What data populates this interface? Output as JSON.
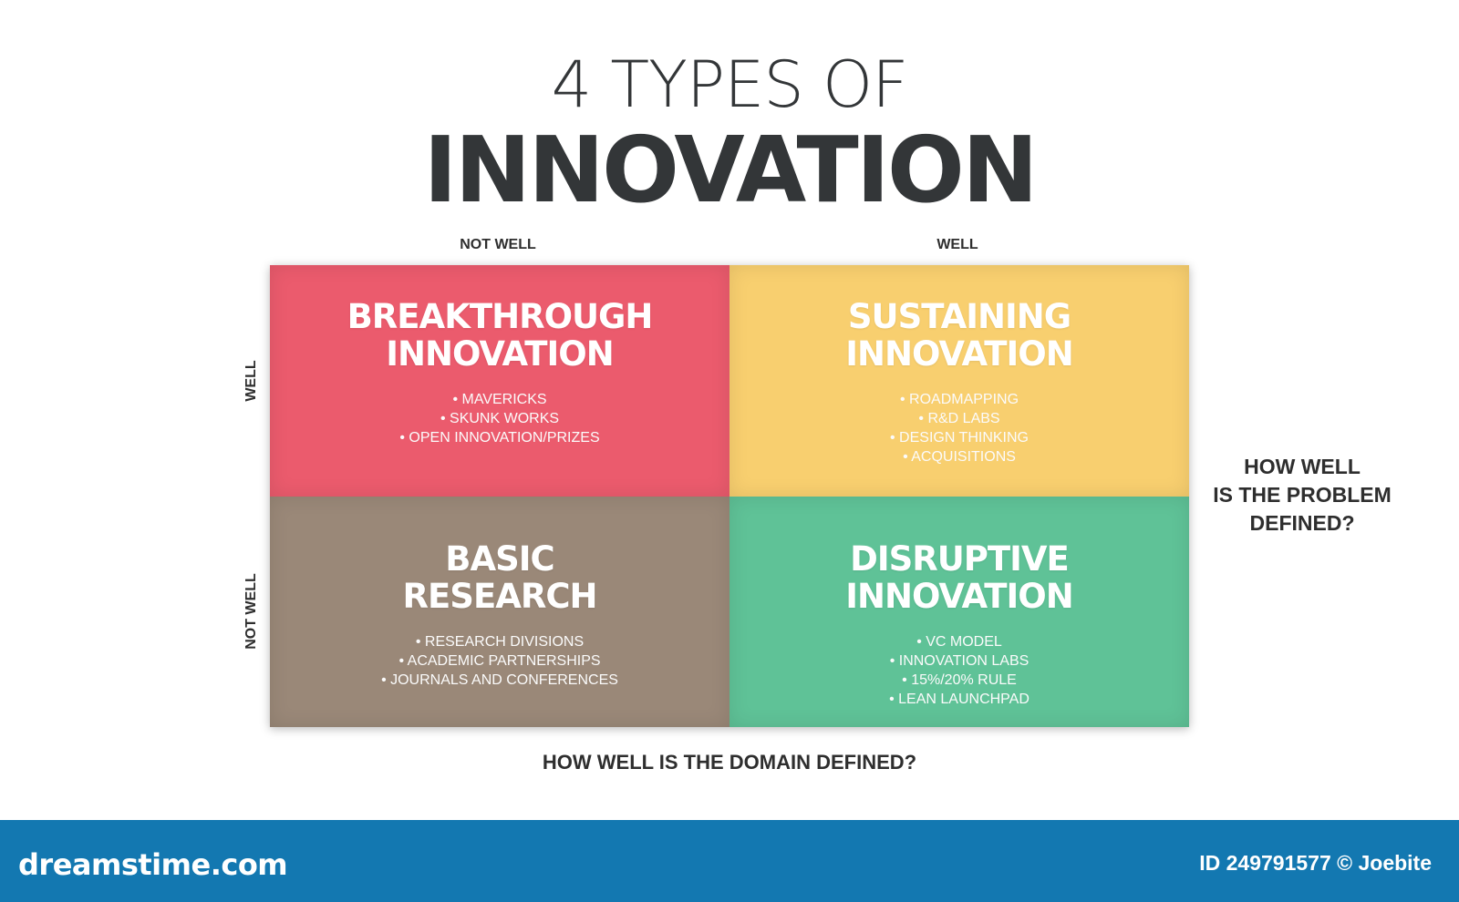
{
  "title": {
    "line1": "4 TYPES OF",
    "line2": "INNOVATION"
  },
  "axes": {
    "top_left": "NOT WELL",
    "top_right": "WELL",
    "left_top": "WELL",
    "left_bottom": "NOT WELL",
    "right_label": [
      "HOW WELL",
      "IS THE PROBLEM",
      "DEFINED?"
    ],
    "bottom_label": "HOW WELL IS THE DOMAIN DEFINED?"
  },
  "quadrants": [
    {
      "heading": [
        "BREAKTHROUGH",
        "INNOVATION"
      ],
      "items": [
        "MAVERICKS",
        "SKUNK WORKS",
        "OPEN INNOVATION/PRIZES"
      ],
      "color": "#eb5b6d"
    },
    {
      "heading": [
        "SUSTAINING",
        "INNOVATION"
      ],
      "items": [
        "ROADMAPPING",
        "R&D LABS",
        "DESIGN THINKING",
        "ACQUISITIONS"
      ],
      "color": "#f8cf6f"
    },
    {
      "heading": [
        "BASIC",
        "RESEARCH"
      ],
      "items": [
        "RESEARCH DIVISIONS",
        "ACADEMIC PARTNERSHIPS",
        "JOURNALS AND CONFERENCES"
      ],
      "color": "#9a8878"
    },
    {
      "heading": [
        "DISRUPTIVE",
        "INNOVATION"
      ],
      "items": [
        "VC MODEL",
        "INNOVATION LABS",
        "15%/20% RULE",
        "LEAN LAUNCHPAD"
      ],
      "color": "#5fc297"
    }
  ],
  "footer": {
    "brand": "dreamstime.com",
    "credit": "ID 249791577 © Joebite",
    "color": "#1378b1"
  }
}
